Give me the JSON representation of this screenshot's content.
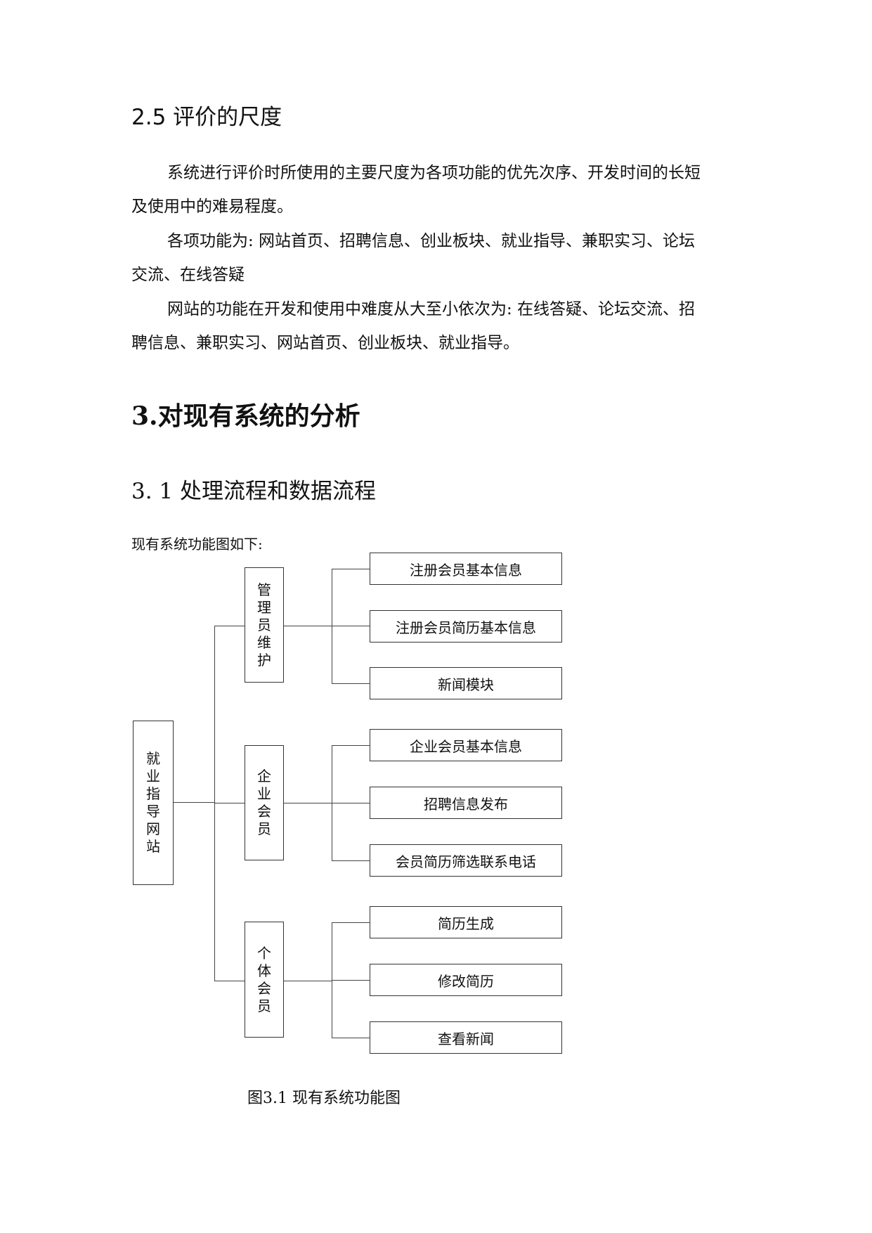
{
  "section_2_5": {
    "heading": "2.5  评价的尺度",
    "p1_line1": "系统进行评价时所使用的主要尺度为各项功能的优先次序、开发时间的长短",
    "p1_line2": "及使用中的难易程度。",
    "p2_line1": "各项功能为: 网站首页、招聘信息、创业板块、就业指导、兼职实习、论坛",
    "p2_line2": "交流、在线答疑",
    "p3_line1": "网站的功能在开发和使用中难度从大至小依次为: 在线答疑、论坛交流、招",
    "p3_line2": "聘信息、兼职实习、网站首页、创业板块、就业指导。"
  },
  "section_3": {
    "heading": "3.对现有系统的分析"
  },
  "section_3_1": {
    "heading": "3. 1  处理流程和数据流程",
    "intro": "现有系统功能图如下:"
  },
  "diagram": {
    "root": [
      "就",
      "业",
      "指",
      "导",
      "网",
      "站"
    ],
    "groups": [
      {
        "label": [
          "管",
          "理",
          "员",
          "维",
          "护"
        ],
        "items": [
          "注册会员基本信息",
          "注册会员简历基本信息",
          "新闻模块"
        ]
      },
      {
        "label": [
          "企",
          "业",
          "会",
          "员"
        ],
        "items": [
          "企业会员基本信息",
          "招聘信息发布",
          "会员简历筛选联系电话"
        ]
      },
      {
        "label": [
          "个",
          "体",
          "会",
          "员"
        ],
        "items": [
          "简历生成",
          "修改简历",
          "查看新闻"
        ]
      }
    ],
    "caption": "图3.1   现有系统功能图"
  }
}
